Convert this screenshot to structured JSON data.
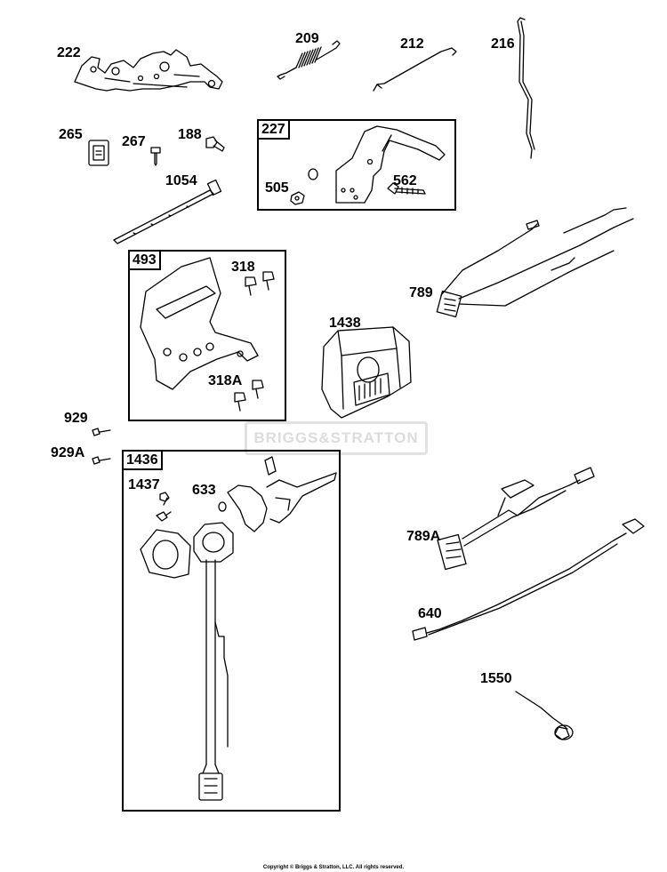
{
  "watermark": "BRIGGS&STRATTON",
  "copyright": "Copyright © Briggs & Stratton, LLC. All rights reserved.",
  "boxes": {
    "b227": "227",
    "b493": "493",
    "b1436": "1436"
  },
  "parts": {
    "p222": "222",
    "p209": "209",
    "p212": "212",
    "p216": "216",
    "p265": "265",
    "p267": "267",
    "p188": "188",
    "p1054": "1054",
    "p505": "505",
    "p562": "562",
    "p318": "318",
    "p318A": "318A",
    "p789": "789",
    "p1438": "1438",
    "p929": "929",
    "p929A": "929A",
    "p1437": "1437",
    "p633": "633",
    "p789A": "789A",
    "p640": "640",
    "p1550": "1550"
  }
}
